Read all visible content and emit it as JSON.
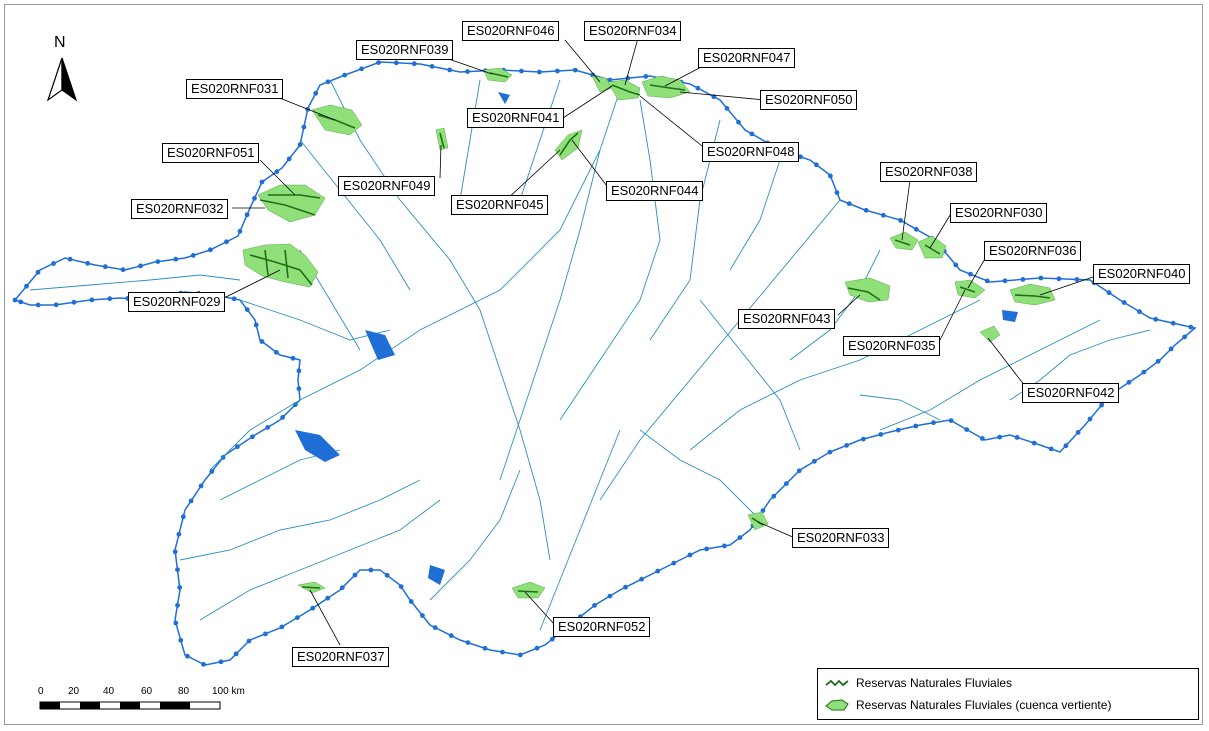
{
  "map": {
    "north_label": "N",
    "colors": {
      "river": "#2a8fc0",
      "border": "#1f6fd6",
      "reserve_fill": "#90e07a",
      "reserve_line": "#1f6e1a",
      "reservoir": "#1f6fd6"
    },
    "labels": [
      "ES020RNF031",
      "ES020RNF039",
      "ES020RNF046",
      "ES020RNF034",
      "ES020RNF047",
      "ES020RNF050",
      "ES020RNF041",
      "ES020RNF048",
      "ES020RNF051",
      "ES020RNF049",
      "ES020RNF045",
      "ES020RNF044",
      "ES020RNF032",
      "ES020RNF038",
      "ES020RNF030",
      "ES020RNF036",
      "ES020RNF040",
      "ES020RNF029",
      "ES020RNF043",
      "ES020RNF035",
      "ES020RNF042",
      "ES020RNF033",
      "ES020RNF052",
      "ES020RNF037"
    ]
  },
  "scale_bar": {
    "ticks": [
      "0",
      "20",
      "40",
      "60",
      "80",
      "100 km"
    ]
  },
  "legend": {
    "items": [
      {
        "label": "Reservas Naturales Fluviales",
        "icon": "river-line-icon"
      },
      {
        "label": "Reservas Naturales Fluviales (cuenca vertiente)",
        "icon": "watershed-area-icon"
      }
    ]
  }
}
